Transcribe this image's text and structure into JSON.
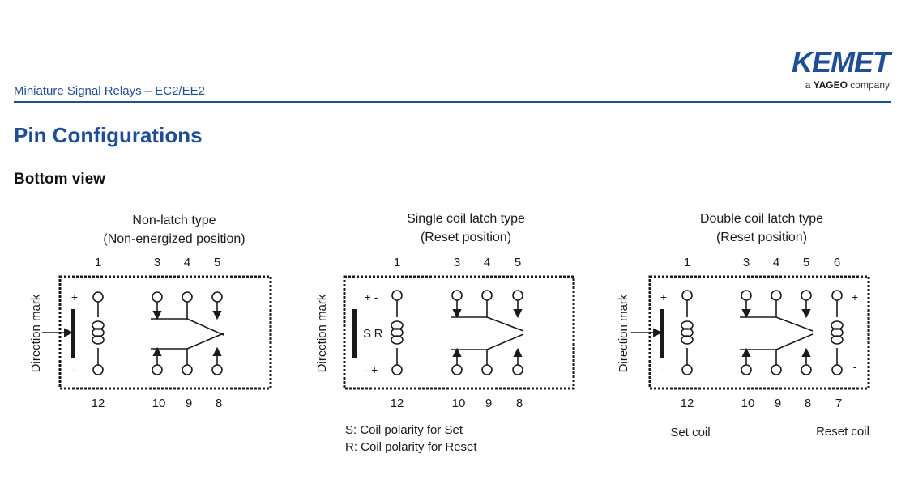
{
  "header": {
    "doc_title": "Miniature Signal Relays – EC2/EE2",
    "logo": {
      "wordmark": "KEMET",
      "tagline_prefix": "a ",
      "tagline_brand": "YAGEO",
      "tagline_suffix": " company"
    }
  },
  "page_title": "Pin Configurations",
  "section_title": "Bottom view",
  "direction_label": "Direction mark",
  "diagrams": [
    {
      "title": "Non-latch type",
      "subtitle": "(Non-energized position)",
      "top_pins": [
        "1",
        "3",
        "4",
        "5"
      ],
      "bottom_pins": [
        "12",
        "10",
        "9",
        "8"
      ],
      "coil_plus": "+",
      "coil_minus": "-"
    },
    {
      "title": "Single coil latch type",
      "subtitle": "(Reset position)",
      "top_pins": [
        "1",
        "3",
        "4",
        "5"
      ],
      "bottom_pins": [
        "12",
        "10",
        "9",
        "8"
      ],
      "coil_top_marks": "+ -",
      "coil_bottom_marks": "- +",
      "coil_label_s": "S",
      "coil_label_r": "R",
      "notes": [
        "S: Coil polarity for Set",
        "R: Coil polarity for Reset"
      ]
    },
    {
      "title": "Double coil latch type",
      "subtitle": "(Reset position)",
      "top_pins": [
        "1",
        "3",
        "4",
        "5",
        "6"
      ],
      "bottom_pins": [
        "12",
        "10",
        "9",
        "8",
        "7"
      ],
      "coil_plus": "+",
      "coil_minus": "-",
      "set_label": "Set coil",
      "reset_label": "Reset coil"
    }
  ]
}
